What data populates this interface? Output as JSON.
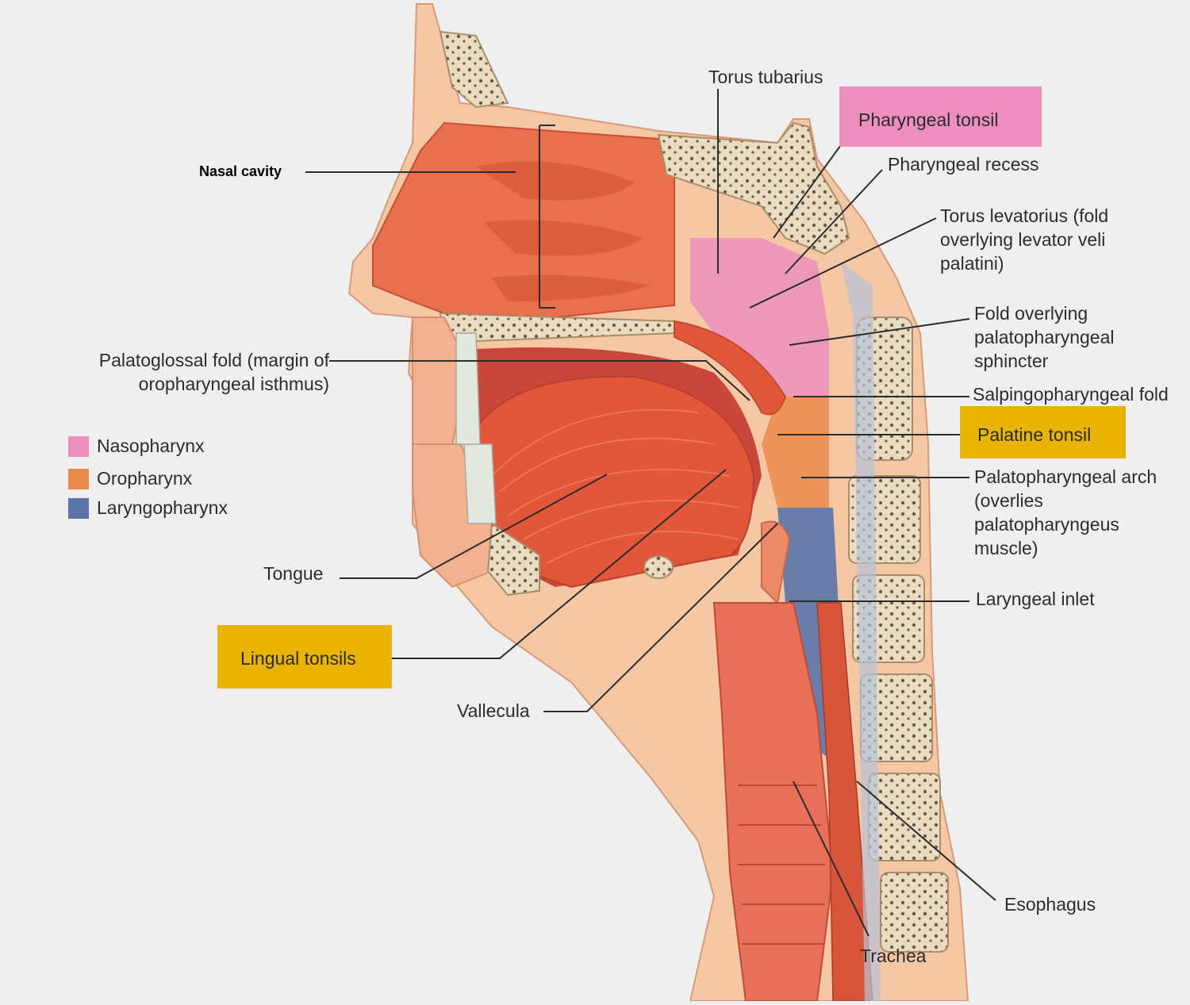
{
  "colors": {
    "background": "#efefef",
    "skin": "#f6c7a4",
    "tissue": "#e86a4a",
    "muscle": "#e2563a",
    "bone": "#e9dcc0",
    "nasopharynx": "#ec8fbd",
    "oropharynx": "#ec8a4e",
    "laryngopharynx": "#5b74a8",
    "highlight_pink": "#ec8fbd",
    "highlight_yellow": "#e8b400"
  },
  "labels": {
    "nasal_cavity": "Nasal cavity",
    "torus_tubarius": "Torus tubarius",
    "pharyngeal_tonsil": "Pharyngeal tonsil",
    "pharyngeal_recess": "Pharyngeal recess",
    "torus_levatorius": "Torus levatorius (fold overlying levator veli palatini)",
    "fold_palatopharyngeal_sphincter": "Fold overlying palatopharyngeal sphincter",
    "salpingopharyngeal_fold": "Salpingopharyngeal fold",
    "palatine_tonsil": "Palatine tonsil",
    "palatopharyngeal_arch": "Palatopharyngeal arch (overlies palatopharyngeus muscle)",
    "laryngeal_inlet": "Laryngeal inlet",
    "palatoglossal_fold": "Palatoglossal fold (margin of oropharyngeal isthmus)",
    "tongue": "Tongue",
    "lingual_tonsils": "Lingual tonsils",
    "vallecula": "Vallecula",
    "esophagus": "Esophagus",
    "trachea": "Trachea"
  },
  "legend": [
    {
      "name": "Nasopharynx",
      "color": "#ec8fbd"
    },
    {
      "name": "Oropharynx",
      "color": "#ec8a4e"
    },
    {
      "name": "Laryngopharynx",
      "color": "#5b74a8"
    }
  ]
}
